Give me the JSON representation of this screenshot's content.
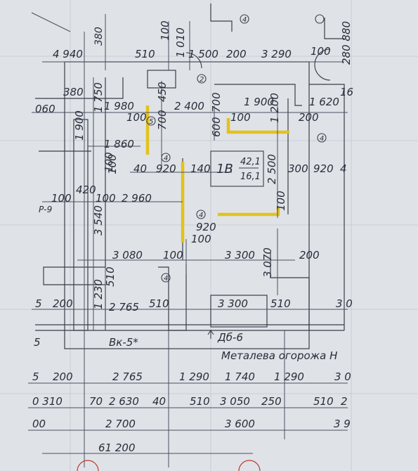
{
  "apartment": {
    "label": "1В",
    "area_total": "42,1",
    "area_living": "16,1"
  },
  "elements": {
    "balcony": "Вк-5*",
    "door": "Дб-6",
    "fence": "Металева огорожа Н",
    "partition": "Р-9",
    "top_cut": "380"
  },
  "colors": {
    "paper": "#dfe3e7",
    "ink": "#2a2d3a",
    "partition_highlight": "#e3c21c",
    "section_mark": "#c0392b"
  },
  "dims_top": [
    "4 940",
    "510",
    "1 010",
    "1 500",
    "200",
    "3 290",
    "100",
    "380",
    "280 880",
    "100",
    "1 750"
  ],
  "dims_upper": [
    "380",
    "060",
    "1 980",
    "2 400",
    "1 900",
    "1 620",
    "100",
    "200",
    "700",
    "450",
    "1 200",
    "200",
    "600",
    "700",
    "100",
    "16",
    "1 900",
    "1 860"
  ],
  "dims_middle": [
    "40",
    "920",
    "140",
    "300",
    "920",
    "4",
    "100",
    "420",
    "100",
    "2 960",
    "2 500",
    "100",
    "3 540",
    "920",
    "100",
    "3 080",
    "100",
    "3 300",
    "200",
    "3 070",
    "510",
    "1 230",
    "100"
  ],
  "dims_lower": [
    "200",
    "2 765",
    "510",
    "3 300",
    "510",
    "3 0",
    "5",
    "5"
  ],
  "dims_bottom_row1": [
    "200",
    "2 765",
    "1 290",
    "1 740",
    "1 290",
    "3 0",
    "5"
  ],
  "dims_bottom_row2": [
    "0 310",
    "70",
    "2 630",
    "40",
    "510",
    "3 050",
    "250",
    "510",
    "2"
  ],
  "dims_bottom_row3": [
    "00",
    "2 700",
    "3 600",
    "3 9"
  ],
  "dims_total": "61 200",
  "markers": [
    "2",
    "4",
    "5",
    "4",
    "4",
    "4",
    "4"
  ]
}
